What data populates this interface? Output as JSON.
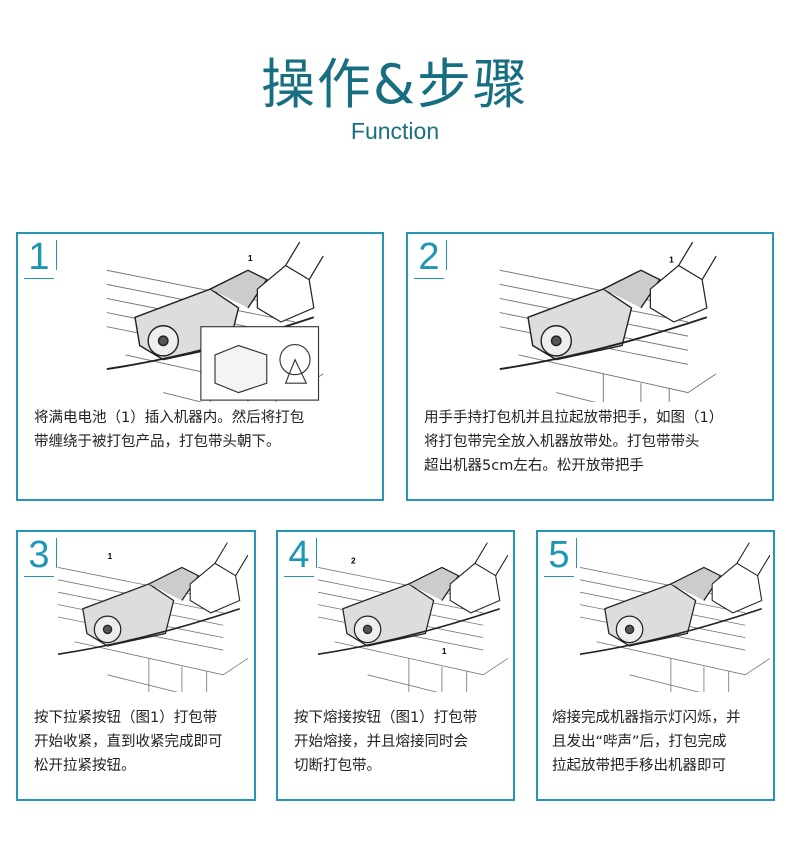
{
  "header": {
    "title": "操作&步骤",
    "subtitle": "Function"
  },
  "steps": [
    {
      "number": "1",
      "lines": [
        "将满电电池（1）插入机器内。然后将打包",
        "带缠绕于被打包产品，打包带头朝下。"
      ],
      "callouts": [
        "1"
      ]
    },
    {
      "number": "2",
      "lines": [
        "用手手持打包机并且拉起放带把手，如图（1）",
        "将打包带完全放入机器放带处。打包带带头",
        "超出机器5cm左右。松开放带把手"
      ],
      "callouts": [
        "1"
      ]
    },
    {
      "number": "3",
      "lines": [
        "按下拉紧按钮（图1）打包带",
        "开始收紧，直到收紧完成即可",
        "松开拉紧按钮。"
      ],
      "callouts": [
        "1"
      ]
    },
    {
      "number": "4",
      "lines": [
        "按下熔接按钮（图1）打包带",
        "开始熔接，并且熔接同时会",
        "切断打包带。"
      ],
      "callouts": [
        "2",
        "1"
      ]
    },
    {
      "number": "5",
      "lines": [
        "熔接完成机器指示灯闪烁，并",
        "且发出“哔声”后，打包完成",
        "拉起放带把手移出机器即可"
      ],
      "callouts": []
    }
  ]
}
